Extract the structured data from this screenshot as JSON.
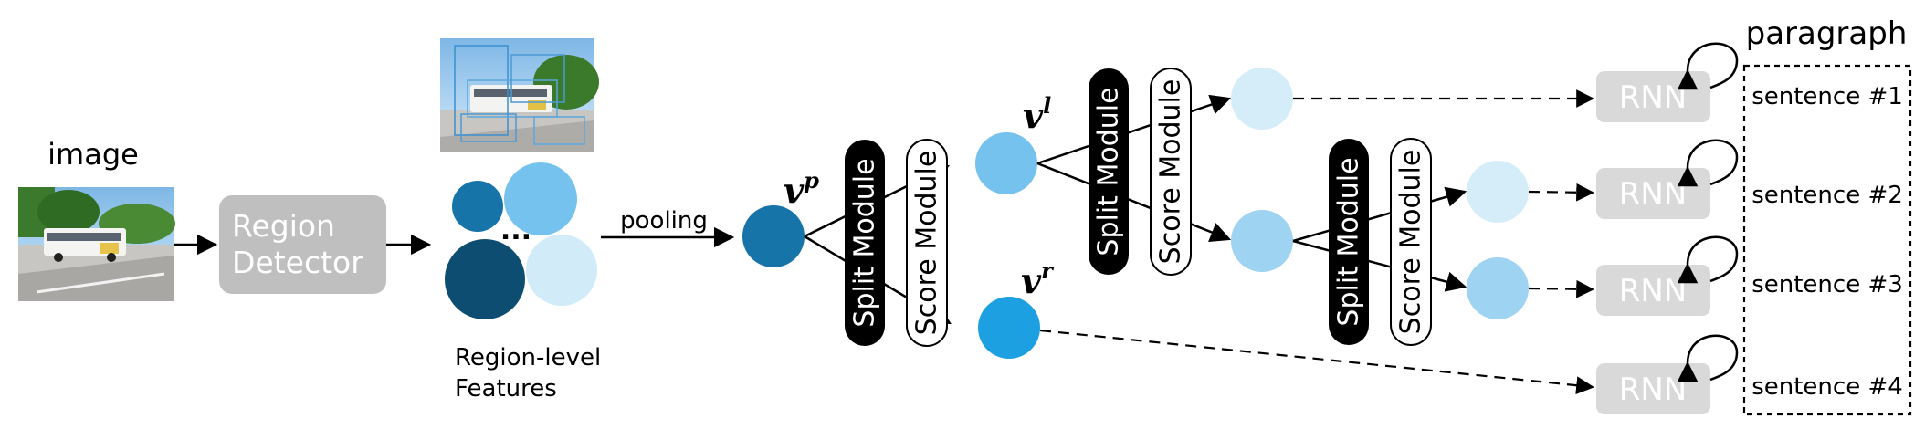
{
  "labels": {
    "image": "image",
    "region_detector_line1": "Region",
    "region_detector_line2": "Detector",
    "ellipsis": "...",
    "region_features_line1": "Region-level",
    "region_features_line2": "Features",
    "pooling": "pooling",
    "split_module": "Split Module",
    "score_module": "Score Module",
    "v_base": "v",
    "sup_p": "p",
    "sup_l": "l",
    "sup_r": "r",
    "rnn": "RNN",
    "paragraph": "paragraph"
  },
  "sentences": [
    "sentence #1",
    "sentence #2",
    "sentence #3",
    "sentence #4"
  ],
  "colors": {
    "arrow": "#000000",
    "rnn_box": "#d9d9d9",
    "region_detector": "#bfbfbf",
    "split_module": "#000000",
    "feature_dark": "#0e4d72",
    "feature_mid": "#1774a8",
    "feature_light": "#75c2ee",
    "feature_pale": "#d1ebf8",
    "vr_node": "#1ca0e2",
    "leaf_pale": "#d4edf9",
    "leaf_mid": "#9fd3f2"
  }
}
